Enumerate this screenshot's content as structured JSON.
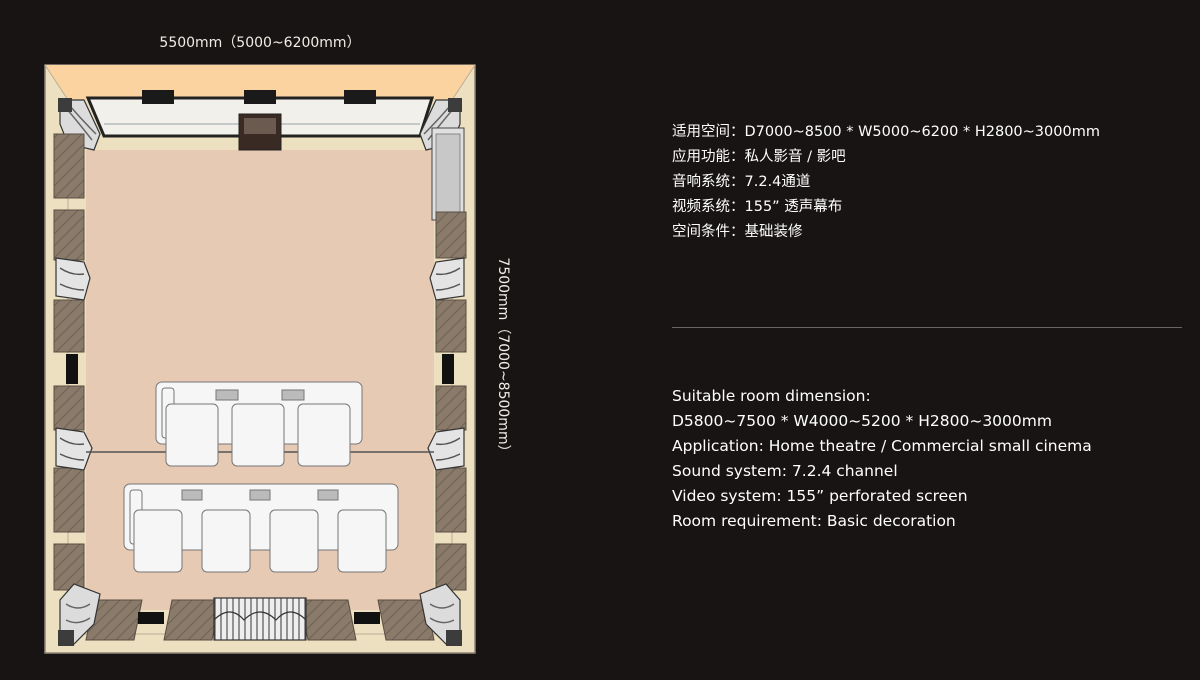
{
  "dimensions": {
    "width_label": "5500mm（5000~6200mm）",
    "length_label": "7500mm（7000~8500mm）"
  },
  "specs_cn": [
    "适用空间：D7000~8500 * W5000~6200 * H2800~3000mm",
    "应用功能：私人影音 / 影吧",
    "音响系统：7.2.4通道",
    "视频系统：155” 透声幕布",
    "空间条件：基础装修"
  ],
  "specs_en": [
    "Suitable room dimension:",
    "D5800~7500 * W4000~5200 * H2800~3000mm",
    "Application: Home theatre / Commercial small cinema",
    "Sound system: 7.2.4 channel",
    "Video system: 155” perforated screen",
    "Room requirement: Basic decoration"
  ],
  "colors": {
    "background": "#191414",
    "floor": "#e6cab4",
    "wall": "#ede0c0",
    "panel": "#8a7a6a",
    "screen_glow": "#fbd3a0",
    "seat": "#f6f6f6"
  }
}
